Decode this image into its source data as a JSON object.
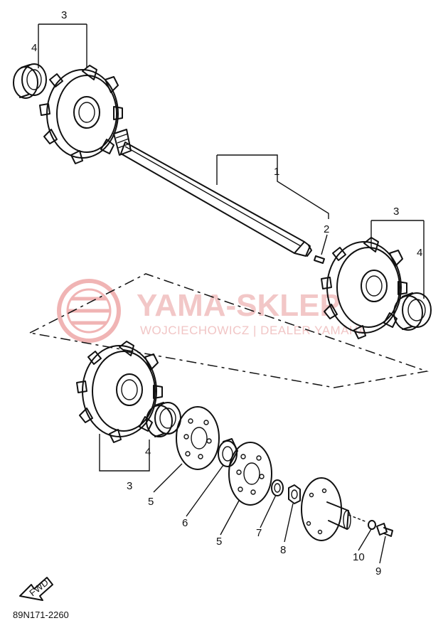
{
  "watermark": {
    "brand": "YAMA-SKLEP",
    "tagline": "WOJCIECHOWICZ | DEALER YAMAHA",
    "color": "#e89a9a"
  },
  "diagram_code": "89N171-2260",
  "fwd_label": "FWD",
  "callouts": {
    "shaft": "1",
    "pin": "2",
    "sprocket_group_top_left": "3",
    "collar_top_left": "4",
    "sprocket_group_right": "3",
    "collar_right": "4",
    "sprocket_group_lower": "3",
    "collar_lower": "4",
    "plate_a": "5",
    "bearing": "6",
    "plate_b": "5",
    "washer": "7",
    "nut": "8",
    "bolt": "9",
    "lock_washer": "10"
  }
}
